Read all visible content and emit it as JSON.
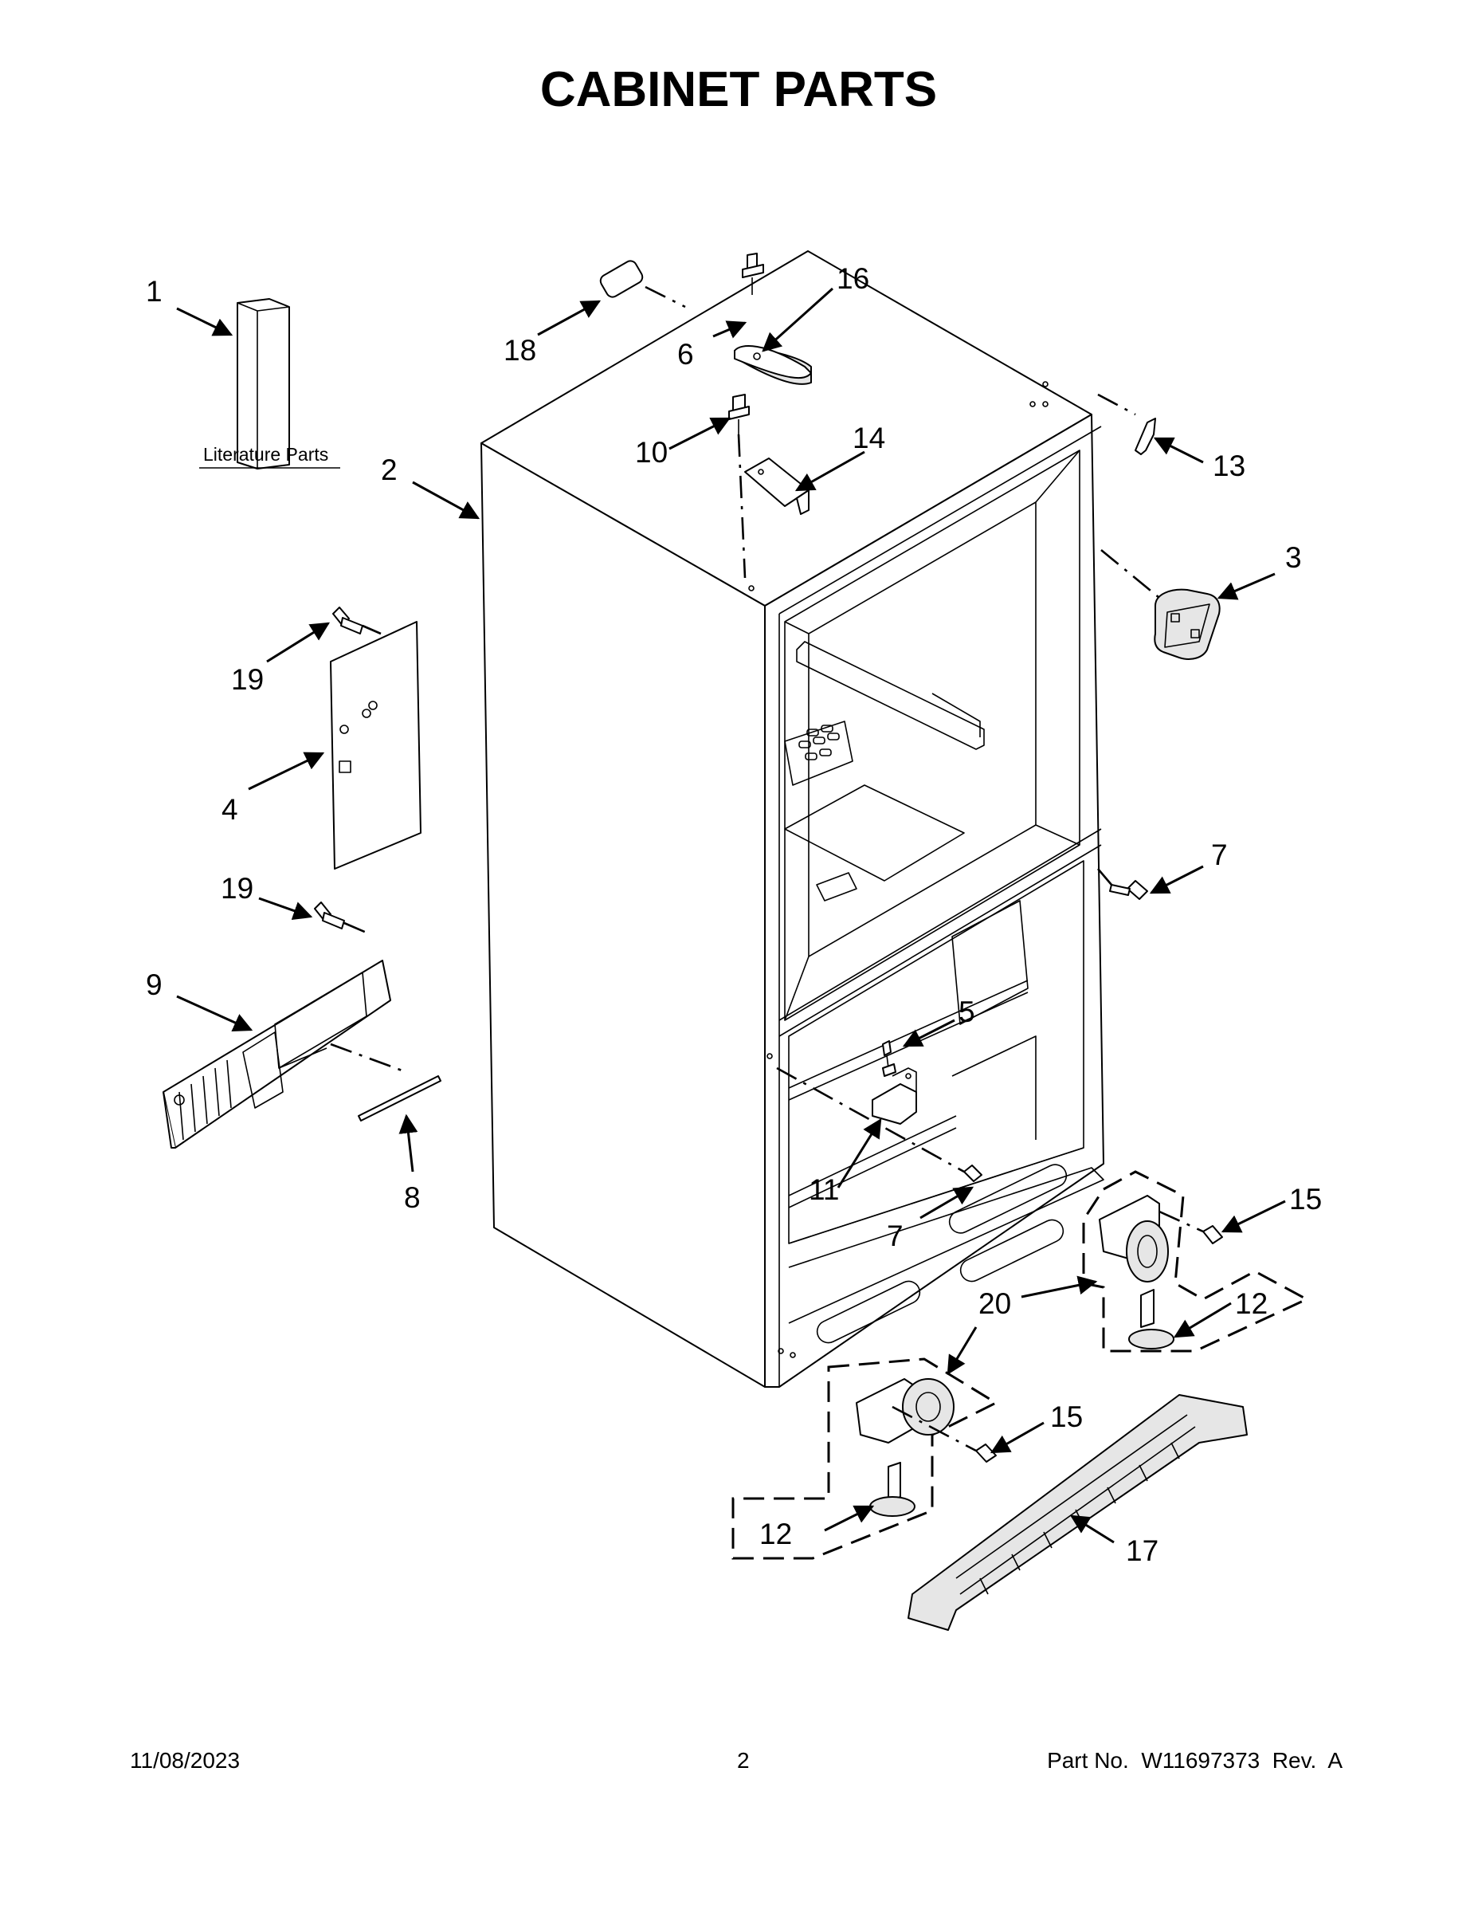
{
  "page": {
    "title": "CABINET PARTS",
    "footer": {
      "date": "11/08/2023",
      "page_number": "2",
      "part_number": "Part No.  W11697373  Rev.  A"
    }
  },
  "diagram": {
    "literature_label": "Literature Parts",
    "callouts": {
      "c1": "1",
      "c2": "2",
      "c3": "3",
      "c4": "4",
      "c5": "5",
      "c6": "6",
      "c7a": "7",
      "c7b": "7",
      "c8": "8",
      "c9": "9",
      "c10": "10",
      "c11": "11",
      "c12a": "12",
      "c12b": "12",
      "c13": "13",
      "c14": "14",
      "c15a": "15",
      "c15b": "15",
      "c16": "16",
      "c17": "17",
      "c18": "18",
      "c19a": "19",
      "c19b": "19",
      "c20": "20"
    }
  }
}
